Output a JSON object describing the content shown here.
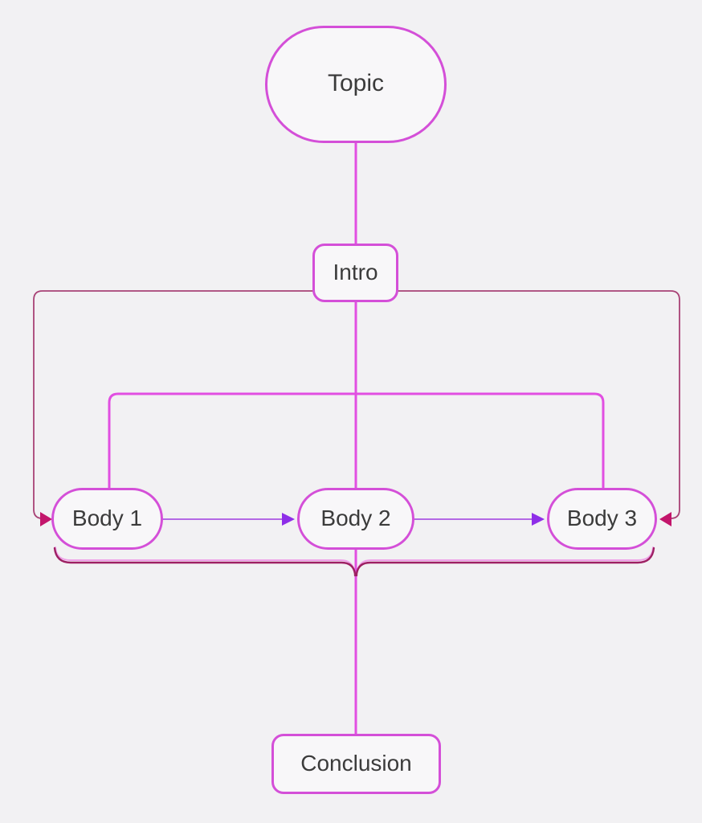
{
  "diagram": {
    "type": "flowchart",
    "background": "#f2f1f3",
    "colors": {
      "node_border": "#d44fd8",
      "node_fill": "#f8f7f9",
      "text": "#3b3b3b",
      "edge_magenta": "#e14fe1",
      "edge_crimson": "#a84276",
      "edge_bracket": "#9e2063",
      "edge_purple": "#b468e4",
      "arrow_crimson": "#c3156b",
      "arrow_purple": "#8e2ee8"
    },
    "nodes": [
      {
        "id": "topic",
        "label": "Topic",
        "shape": "stadium"
      },
      {
        "id": "intro",
        "label": "Intro",
        "shape": "rounded-rect"
      },
      {
        "id": "body1",
        "label": "Body 1",
        "shape": "stadium"
      },
      {
        "id": "body2",
        "label": "Body 2",
        "shape": "stadium"
      },
      {
        "id": "body3",
        "label": "Body 3",
        "shape": "stadium"
      },
      {
        "id": "conclusion",
        "label": "Conclusion",
        "shape": "rounded-rect"
      }
    ],
    "edges": [
      {
        "from": "Topic",
        "to": "Intro",
        "color": "magenta",
        "arrow": false
      },
      {
        "from": "Intro",
        "to": "Body 1",
        "color": "magenta",
        "arrow": false,
        "route": "fork"
      },
      {
        "from": "Intro",
        "to": "Body 2",
        "color": "magenta",
        "arrow": false,
        "route": "fork"
      },
      {
        "from": "Intro",
        "to": "Body 3",
        "color": "magenta",
        "arrow": false,
        "route": "fork"
      },
      {
        "from": "Intro",
        "to": "Body 1",
        "color": "crimson",
        "arrow": true,
        "route": "left-loop"
      },
      {
        "from": "Intro",
        "to": "Body 3",
        "color": "crimson",
        "arrow": true,
        "route": "right-loop"
      },
      {
        "from": "Body 1",
        "to": "Body 2",
        "color": "purple",
        "arrow": true
      },
      {
        "from": "Body 2",
        "to": "Body 3",
        "color": "purple",
        "arrow": true
      },
      {
        "from": "Body 1",
        "to": "Conclusion",
        "color": "crimson",
        "arrow": false,
        "route": "bottom-bracket"
      },
      {
        "from": "Body 3",
        "to": "Conclusion",
        "color": "crimson",
        "arrow": false,
        "route": "bottom-bracket"
      },
      {
        "from": "Body 2",
        "to": "Conclusion",
        "color": "magenta",
        "arrow": false
      }
    ]
  }
}
